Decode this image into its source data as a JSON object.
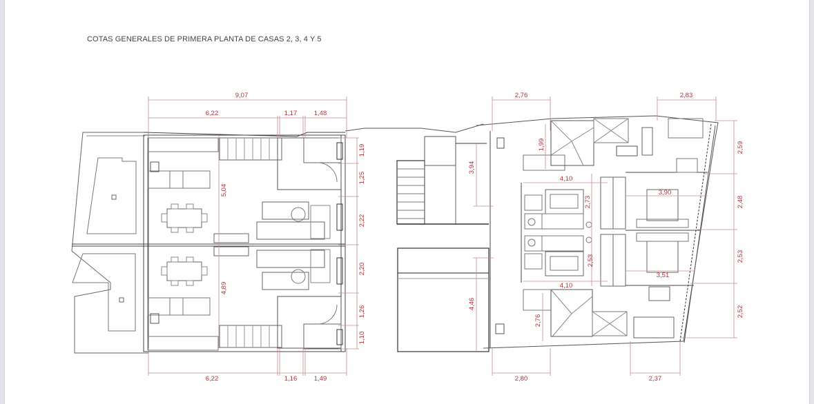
{
  "page": {
    "title": "COTAS GENERALES DE PRIMERA PLANTA DE CASAS 2, 3, 4 Y 5"
  },
  "colors": {
    "dimension": "#b4343a",
    "dimension_line": "#c98b8f",
    "wall": "#444444",
    "furniture": "#777777",
    "viewer_edge": "#e3e3e8"
  },
  "dimensions": {
    "left_block": {
      "top_total": "9,07",
      "top_segments": [
        "6,22",
        "1,17",
        "1,48"
      ],
      "bottom_segments": [
        "6,22",
        "1,16",
        "1,49"
      ],
      "vertical_interior": [
        "5,04",
        "4,89"
      ],
      "right_side": [
        "1,19",
        "1,25",
        "2,22",
        "2,20",
        "1,26",
        "1,10"
      ]
    },
    "center_block": {
      "vertical": [
        "3,94",
        "4,46"
      ]
    },
    "right_block": {
      "top_left": "2,76",
      "top_right": "2,83",
      "bottom_left": "2,80",
      "bottom_right": "2,37",
      "interior_vertical": [
        "1,99",
        "2,73",
        "2,53",
        "2,76"
      ],
      "interior_horizontal": [
        "4,10",
        "4,10"
      ],
      "bedroom_widths": [
        "3,90",
        "3,51"
      ],
      "right_side": [
        "2,59",
        "2,48",
        "2,53",
        "2,52"
      ]
    }
  }
}
